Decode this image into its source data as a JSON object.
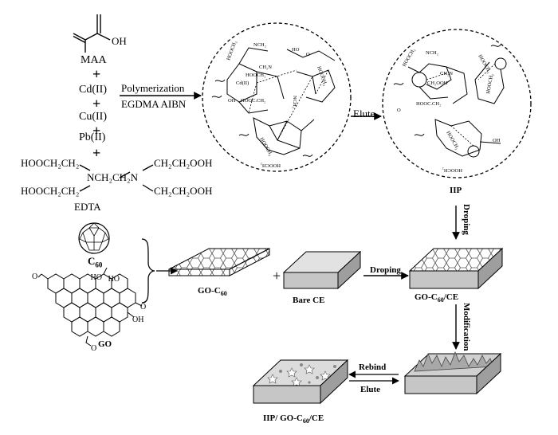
{
  "reagents": {
    "maa": "MAA",
    "cd": "Cd(II)",
    "cu": "Cu(II)",
    "pb": "Pb(II)",
    "edta": "EDTA",
    "plus": "+",
    "oh": "OH",
    "edta_tl": "HOOCH₂CH₂",
    "edta_bl": "HOOCH₂CH₂",
    "edta_mid": "NCH₂CH₂N",
    "edta_tr": "CH₂CH₂OOH",
    "edta_br": "CH₂CH₂OOH"
  },
  "steps": {
    "polymerization": "Polymerization",
    "egdma_aibn": "EGDMA AIBN",
    "elute_top": "Elute",
    "droping_vertical": "Droping",
    "droping_horizontal": "Droping",
    "modification": "Modification",
    "rebind": "Rebind",
    "elute_bottom": "Elute"
  },
  "labels": {
    "iip": "IIP",
    "c60": "C",
    "c60_sub": "60",
    "go": "GO",
    "go_c60": "GO-C",
    "go_c60_sub": "60",
    "bare_ce": "Bare CE",
    "go_c60_ce": "GO-C",
    "go_c60_ce_sub": "60",
    "go_c60_ce_tail": "/CE",
    "iip_go_c60_ce": "IIP/ GO-C",
    "iip_go_c60_ce_sub": "60",
    "iip_go_c60_ce_tail": "/CE"
  },
  "complex_labels": {
    "cd": "Cd(II)",
    "nch2": "NCH₂",
    "ch2n": "CH₂N",
    "hooch2": "HOOCH₂",
    "ch2ooh": "CH₂OOH",
    "hoocch2": "HOOC.CH₂",
    "ho": "HO",
    "o": "O",
    "oh": "OH",
    "nch2_r": "NCH₂"
  },
  "colors": {
    "ink": "#000000",
    "electrode_top": "#cfcfcf",
    "electrode_side": "#8c8c8c",
    "electrode_front": "#b5b5b5",
    "film": "#9a9a9a"
  }
}
